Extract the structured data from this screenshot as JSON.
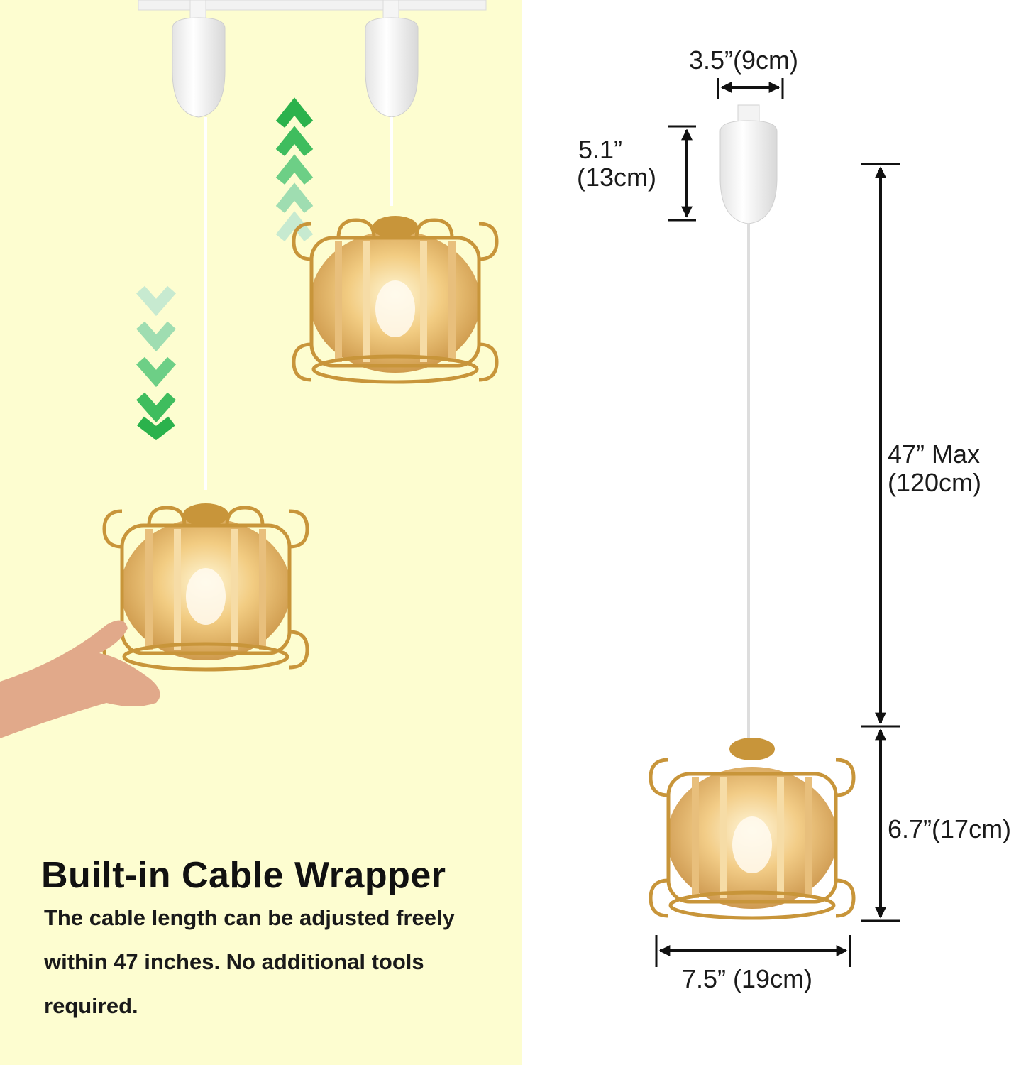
{
  "feature": {
    "title": "Built-in Cable Wrapper",
    "description": "The cable length can be adjusted freely within 47 inches. No additional tools required."
  },
  "dimensions": {
    "canopy_width": "3.5”(9cm)",
    "canopy_height_in": "5.1”",
    "canopy_height_cm": "(13cm)",
    "cable_length_in": "47”  Max",
    "cable_length_cm": "(120cm)",
    "shade_height": "6.7”(17cm)",
    "shade_width": "7.5” (19cm)"
  },
  "colors": {
    "background_left": "#fdfdd0",
    "arrow_green": "#2bb24c",
    "gold": "#c8953a"
  }
}
